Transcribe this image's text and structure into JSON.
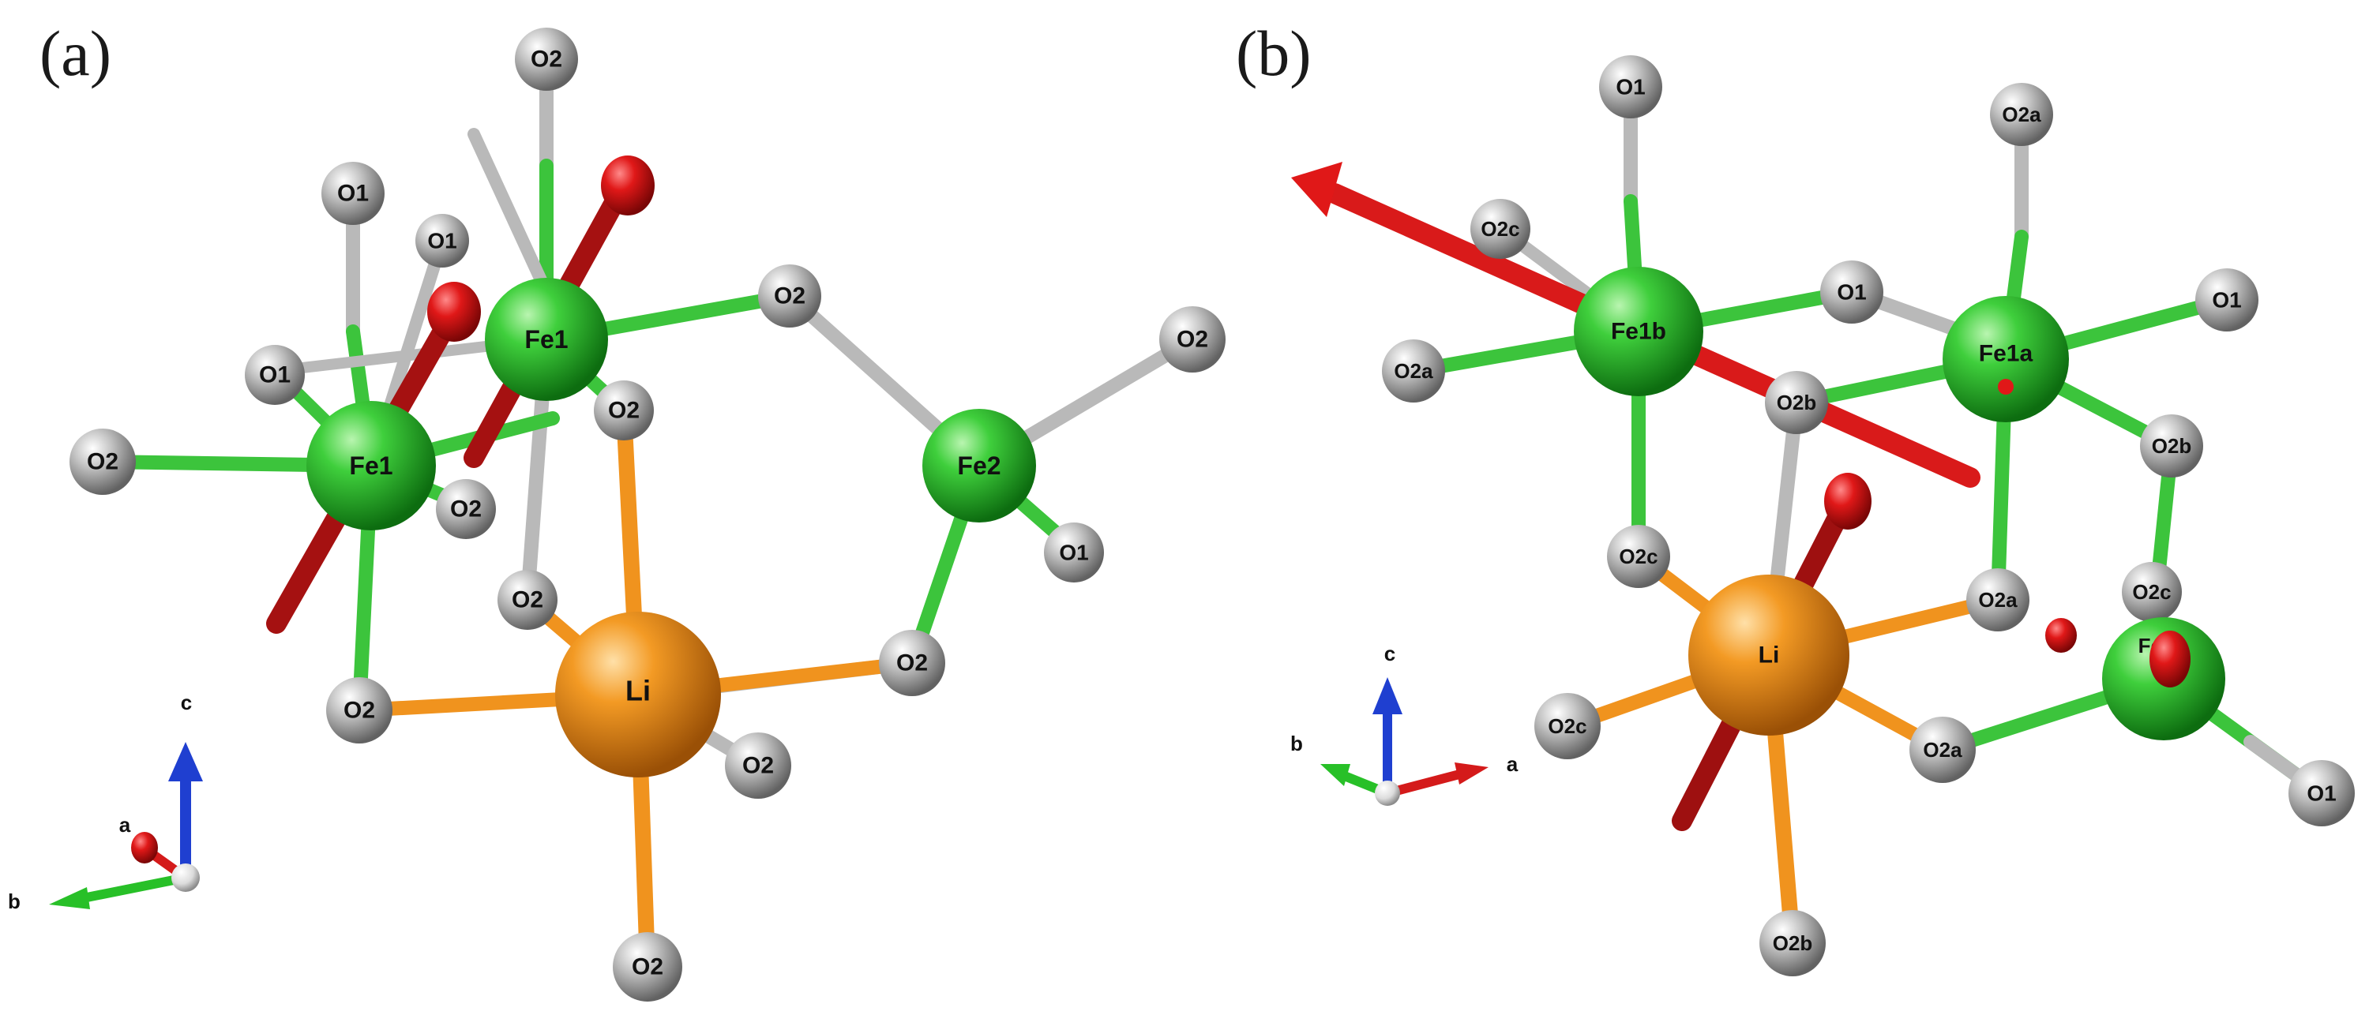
{
  "colors": {
    "fe": "#2fb52f",
    "li": "#ea8a1c",
    "o": "#9a9a9a",
    "bond_fe": "#3cc43c",
    "bond_li": "#f0931e",
    "bond_o": "#b9b9b9",
    "moment": "#c81414",
    "axis_a": "#d41a1a",
    "axis_b": "#28c028",
    "axis_c": "#1f3fd0"
  },
  "panels": [
    {
      "label": "(a)",
      "atoms": [
        {
          "label": "O2"
        },
        {
          "label": "O1"
        },
        {
          "label": "O1"
        },
        {
          "label": "O1"
        },
        {
          "label": "O2"
        },
        {
          "label": "Fe1"
        },
        {
          "label": "Fe1"
        },
        {
          "label": "O2"
        },
        {
          "label": "O2"
        },
        {
          "label": "O2"
        },
        {
          "label": "Fe2"
        },
        {
          "label": "O2"
        },
        {
          "label": "O1"
        },
        {
          "label": "O2"
        },
        {
          "label": "Li"
        },
        {
          "label": "O2"
        },
        {
          "label": "O2"
        },
        {
          "label": "O2"
        },
        {
          "label": "O2"
        }
      ],
      "axes": {
        "a": "a",
        "b": "b",
        "c": "c"
      }
    },
    {
      "label": "(b)",
      "atoms": [
        {
          "label": "O1"
        },
        {
          "label": "O2a"
        },
        {
          "label": "O2c"
        },
        {
          "label": "Fe1b"
        },
        {
          "label": "O1"
        },
        {
          "label": "Fe1a"
        },
        {
          "label": "O1"
        },
        {
          "label": "O2a"
        },
        {
          "label": "O2b"
        },
        {
          "label": "O2b"
        },
        {
          "label": "O2c"
        },
        {
          "label": "O2a"
        },
        {
          "label": "Li"
        },
        {
          "label": "O2c"
        },
        {
          "label": "Fe2"
        },
        {
          "label": "O2c"
        },
        {
          "label": "O2a"
        },
        {
          "label": "O1"
        },
        {
          "label": "O2b"
        }
      ],
      "axes": {
        "a": "a",
        "b": "b",
        "c": "c"
      }
    }
  ]
}
